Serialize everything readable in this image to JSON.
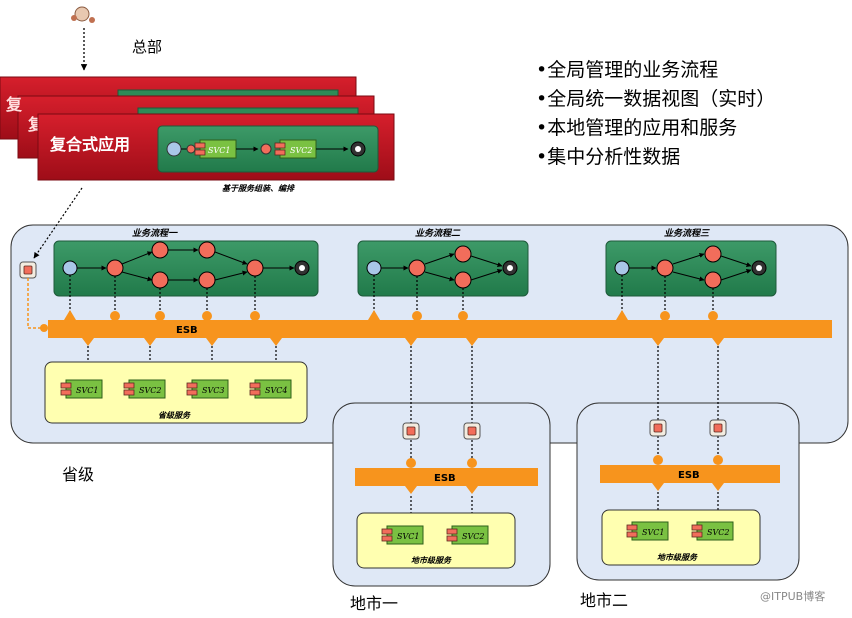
{
  "hq": {
    "label": "总部"
  },
  "composite": {
    "label": "复合式应用",
    "svc1": "SVC1",
    "svc2": "SVC2",
    "caption": "基于服务组装、编排"
  },
  "bullets": [
    "•全局管理的业务流程",
    "•全局统一数据视图（实时）",
    "•本地管理的应用和服务",
    "•集中分析性数据"
  ],
  "province": {
    "label": "省级",
    "processes": [
      "业务流程一",
      "业务流程二",
      "业务流程三"
    ],
    "esb": "ESB",
    "services": [
      "SVC1",
      "SVC2",
      "SVC3",
      "SVC4"
    ],
    "services_caption": "省级服务"
  },
  "cities": [
    {
      "label": "地市一",
      "esb": "ESB",
      "services": [
        "SVC1",
        "SVC2"
      ],
      "caption": "地市级服务"
    },
    {
      "label": "地市二",
      "esb": "ESB",
      "services": [
        "SVC1",
        "SVC2"
      ],
      "caption": "地市级服务"
    }
  ],
  "watermark": "@ITPUB博客",
  "colors": {
    "red": "#c8102e",
    "green": "#2e8b57",
    "orange": "#f7941d",
    "panel": "#dfe8f6",
    "svcbox": "#ffffb0",
    "node": "#f26d5b",
    "start": "#a9c7e8"
  }
}
